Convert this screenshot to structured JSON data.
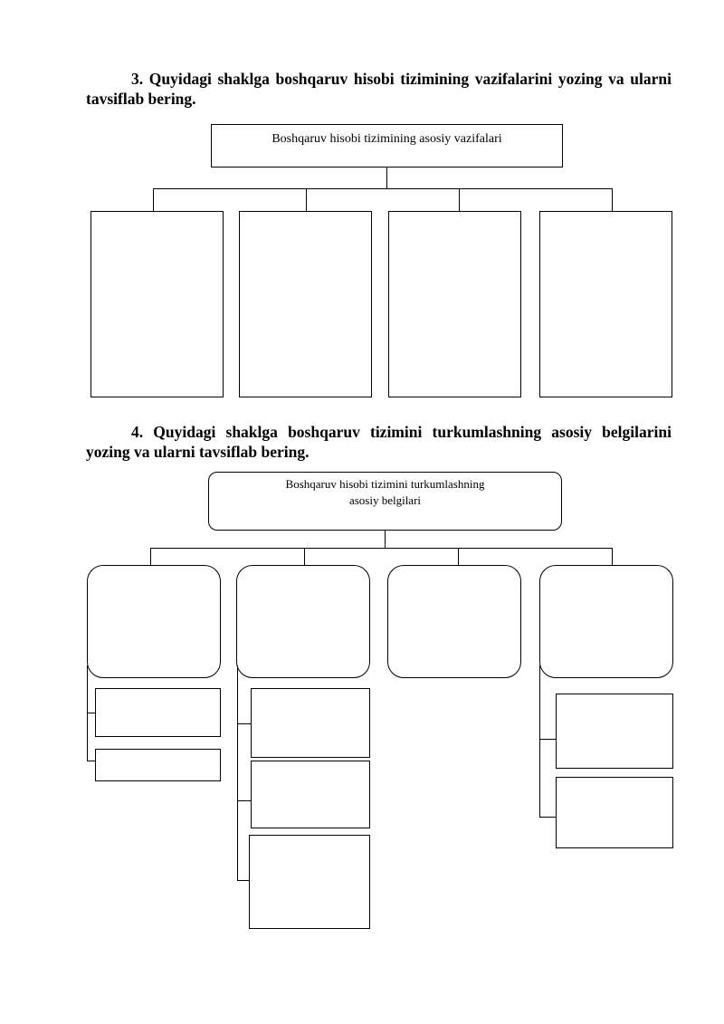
{
  "task3": {
    "text": "3. Quyidagi shaklga boshqaruv hisobi tizimining vazifalarini yozing va ularni tavsiflab bering.",
    "diagram_title": "Boshqaruv hisobi tizimining asosiy vazifalari"
  },
  "task4": {
    "text": "4. Quyidagi shaklga boshqaruv tizimini turkumlashning asosiy belgilarini yozing va ularni tavsiflab bering.",
    "diagram_title_line1": "Boshqaruv hisobi tizimini turkumlashning",
    "diagram_title_line2": "asosiy belgilari"
  }
}
